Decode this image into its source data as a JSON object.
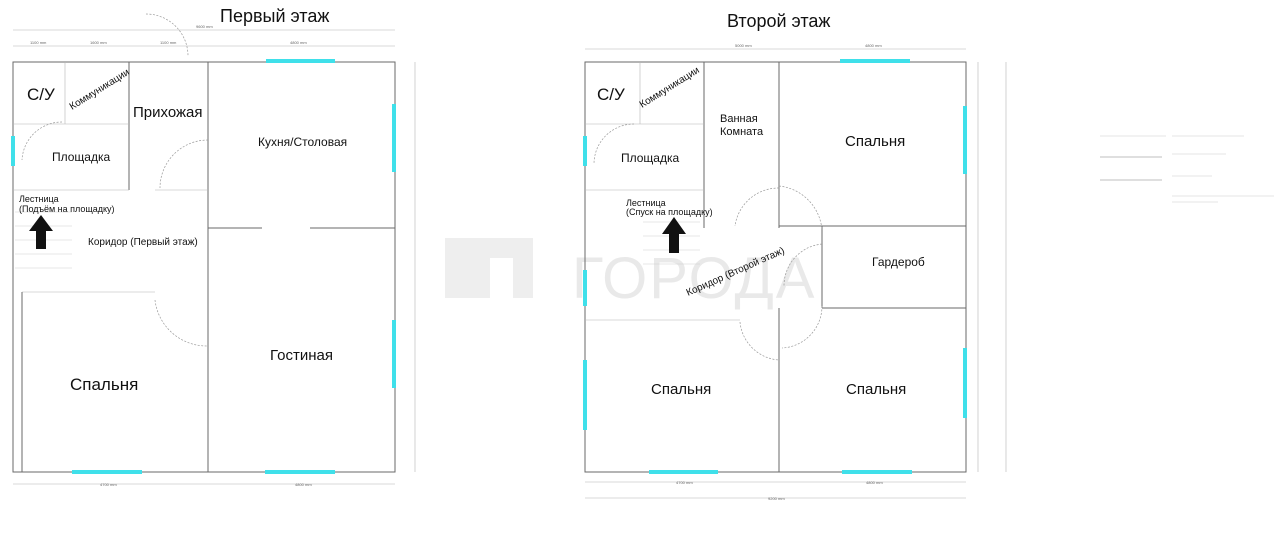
{
  "watermark": {
    "text": "ГОРОДА"
  },
  "floor1": {
    "title": "Первый этаж",
    "rooms": {
      "su": "С/У",
      "communications": "Коммуникации",
      "hallway": "Прихожая",
      "landing": "Площадка",
      "kitchen": "Кухня/Столовая",
      "stairs_line1": "Лестница",
      "stairs_line2": "(Подъём на площадку)",
      "corridor": "Коридор (Первый этаж)",
      "bedroom": "Спальня",
      "living": "Гостиная"
    }
  },
  "floor2": {
    "title": "Второй этаж",
    "rooms": {
      "su": "С/У",
      "communications": "Коммуникации",
      "bath_line1": "Ванная",
      "bath_line2": "Комната",
      "bedroom_top": "Спальня",
      "landing": "Площадка",
      "stairs_line1": "Лестница",
      "stairs_line2": "(Спуск на площадку)",
      "wardrobe": "Гардероб",
      "corridor": "Коридор (Второй этаж)",
      "bedroom_left": "Спальня",
      "bedroom_right": "Спальня"
    }
  }
}
